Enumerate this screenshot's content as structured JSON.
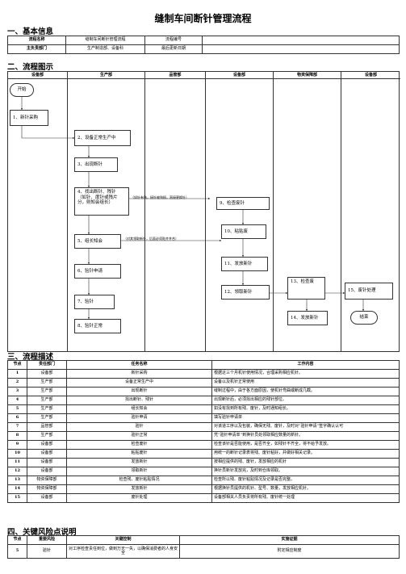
{
  "title": "缝制车间断针管理流程",
  "sections": {
    "basic": "一、基本信息",
    "diagram": "二、流程图示",
    "desc": "三、流程描述",
    "risk": "四、关键风险点说明"
  },
  "basic_info": {
    "r1": [
      "流程名称",
      "缝制车间断针管理流程",
      "流程编号",
      ""
    ],
    "r2": [
      "主负责部门",
      "生产制造部、设备科",
      "最后更新日期",
      ""
    ]
  },
  "lanes": [
    "设备部",
    "生产部",
    "品管部",
    "设备部",
    "物资保障部",
    "设备部"
  ],
  "nodes": {
    "start": "开始",
    "n1": "1、新针采购",
    "n2": "2、设备正常生产中",
    "n3": "3、出现断针",
    "n4": "4、找出断针、残针\n（如针、度针或残片\n分，则知会组长）",
    "n5": "5、组长知会",
    "n6": "6、验针申请",
    "n7": "7、验针",
    "n8": "8、验针正常",
    "n9": "9、检查废针",
    "n10": "10、粘贴废",
    "n11": "11、发放新针",
    "n12": "12、领取新针",
    "n13": "13、检查废",
    "n14": "14、发放新针",
    "n15": "15、废针处理",
    "end": "结束",
    "note1": "（如针有残，接针被残损，直接更换针）",
    "note2": "（对其领取新针，后面必须贴齐并合）"
  },
  "desc_table": {
    "headers": [
      "节点",
      "责任部门",
      "任务名称",
      "工作内容"
    ],
    "rows": [
      [
        "1",
        "设备部",
        "新针采购",
        "根据近三个月机针使用情况，合理采购相应机针。"
      ],
      [
        "2",
        "生产部",
        "设备正常生产中",
        "设备以及机针正常使用"
      ],
      [
        "3",
        "生产部",
        "出现断针",
        "缝制过程中，由于各方面原因，使机针弯曲或断成几截。"
      ],
      [
        "4",
        "生产部",
        "找出断针、残针",
        "出现断针后，必须找出相应的残针部位。"
      ],
      [
        "5",
        "生产部",
        "组长知会",
        "如没有找到所有残、废针，及时通知组长。"
      ],
      [
        "6",
        "生产部",
        "验针申请",
        "填写验针申请单"
      ],
      [
        "7",
        "品管部",
        "验针",
        "对该道工序以及包装，确保无残、废针，及时对“验针申请”签字确认认可"
      ],
      [
        "8",
        "生产部",
        "验针正常",
        "凭“验针申请单”到换针员处领取相应数量的新针。"
      ],
      [
        "9",
        "设备部",
        "检查废针",
        "检查该针是否能使用，是否齐全，如残针不齐全，将不给予发放。"
      ],
      [
        "10",
        "设备部",
        "粘贴废针",
        "用统一的断针记录表将残、废针粘好，并做好相关记录。"
      ],
      [
        "11",
        "设备部",
        "发放新针",
        "按相应提供的残、废针，发放相应的机针"
      ],
      [
        "12",
        "设备部",
        "领取新针",
        "换针员新针发放完，及时到仓库领取。"
      ],
      [
        "13",
        "物资保障部",
        "检查残、废针粘贴情况",
        "检查所以残、废针粘贴情况及记录是否完整。"
      ],
      [
        "14",
        "物资保障部",
        "发放新针",
        "根据换针员提供的机针、型号、数量，发放相应机针。"
      ],
      [
        "15",
        "设备部",
        "废针处理",
        "设备部相关人员负责将所有残、废针统一处理"
      ]
    ]
  },
  "risk_table": {
    "headers": [
      "节点",
      "重要风险",
      "关键控制",
      "实施证据"
    ],
    "rows": [
      [
        "5",
        "验针",
        "对工序检查责任到位，做到万无一失，以确保消费者的人身安全",
        "附定相应制度"
      ]
    ]
  }
}
